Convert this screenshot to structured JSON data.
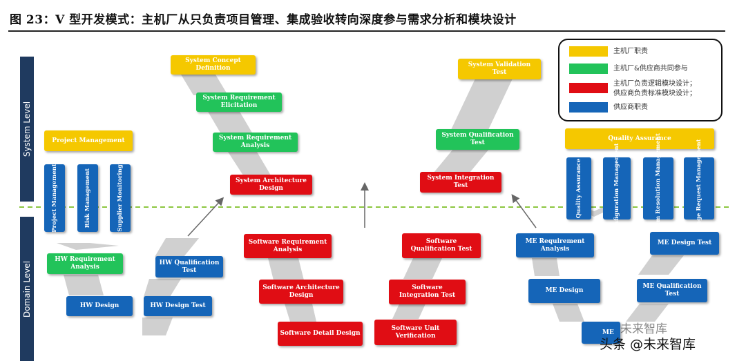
{
  "figure_title": "图 23：V 型开发模式：主机厂从只负责项目管理、集成验收转向深度参与需求分析和模块设计",
  "levels": {
    "system": "System Level",
    "domain": "Domain Level"
  },
  "colors": {
    "yellow": "#f5c800",
    "green": "#22c35a",
    "red": "#e00d14",
    "blue": "#1565b8",
    "ribbon": "#c8c8c8",
    "dash": "#8cc63f"
  },
  "legend": {
    "yellow": "主机厂职责",
    "green": "主机厂&供应商共同参与",
    "red_line1": "主机厂负责逻辑模块设计；",
    "red_line2": "供应商负责标准模块设计；",
    "blue": "供应商职责"
  },
  "project": {
    "header": "Project Management",
    "items": [
      "Project Management",
      "Risk Management",
      "Supplier Monitoring"
    ]
  },
  "system_left": {
    "concept": "System Concept Definition",
    "req_elicit": "System Requirement Elicitation",
    "req_analysis": "System Requirement Analysis",
    "architecture": "System Architecture Design"
  },
  "system_right": {
    "validation": "System Validation Test",
    "qualification": "System Qualification Test",
    "integration": "System Integration Test"
  },
  "hw": {
    "requirement": "HW Requirement Analysis",
    "qualification": "HW Qualification Test",
    "design": "HW Design",
    "design_test": "HW Design Test"
  },
  "software": {
    "requirement": "Software Requirement Analysis",
    "architecture": "Software Architecture Design",
    "detail": "Software Detail Design",
    "qualification": "Software Qualification Test",
    "integration": "Software Integration Test",
    "unit": "Software Unit Verification"
  },
  "quality": {
    "header": "Quality Assurance",
    "items": [
      "Quality Assurance",
      "Configuration Management",
      "Problem Resolution Management",
      "Change Request Management"
    ]
  },
  "me": {
    "requirement": "ME Requirement Analysis",
    "design": "ME Design",
    "design_test": "ME Design Test",
    "qualification": "ME Qualification Test",
    "partial": "ME"
  },
  "watermark": {
    "brand": "未来智库",
    "channel": "头条 @未来智库"
  }
}
